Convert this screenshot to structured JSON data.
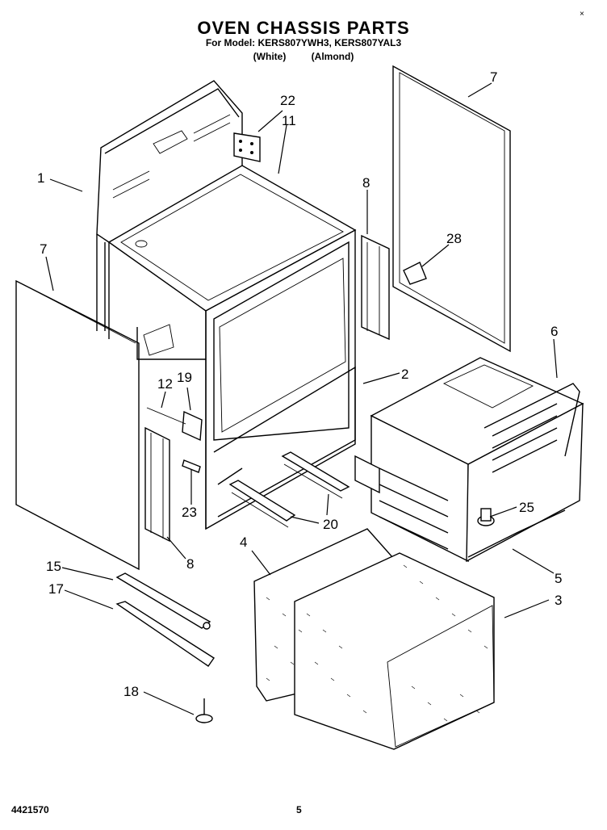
{
  "header": {
    "title": "OVEN CHASSIS PARTS",
    "model_line": "For Model: KERS807YWH3, KERS807YAL3",
    "color_white": "(White)",
    "color_almond": "(Almond)"
  },
  "footer": {
    "doc_number": "4421570",
    "page_number": "5"
  },
  "corner_mark": "×",
  "callouts": [
    "1",
    "2",
    "3",
    "4",
    "5",
    "6",
    "7",
    "7",
    "8",
    "8",
    "11",
    "12",
    "15",
    "17",
    "18",
    "19",
    "20",
    "22",
    "23",
    "25",
    "28"
  ]
}
